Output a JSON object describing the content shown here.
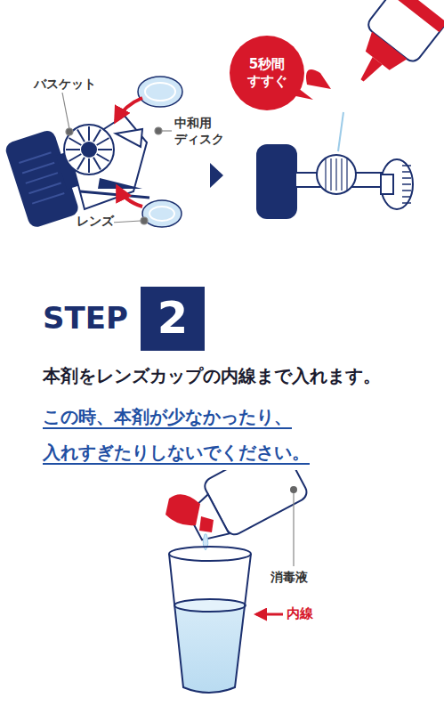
{
  "diagram": {
    "nodes": [
      {
        "text": [
          "5秒間 すすぐ"
        ]
      },
      {
        "text": [
          "2"
        ]
      }
    ],
    "edges": [],
    "labels": [
      "バスケット",
      "中和用 ディスク",
      "レンズ",
      "STEP",
      "本剤をレンズカップの内線まで入れます。",
      "この時、本剤が少なかったり、 入れすぎたりしないでください。",
      "消毒液",
      "内線"
    ]
  }
}
